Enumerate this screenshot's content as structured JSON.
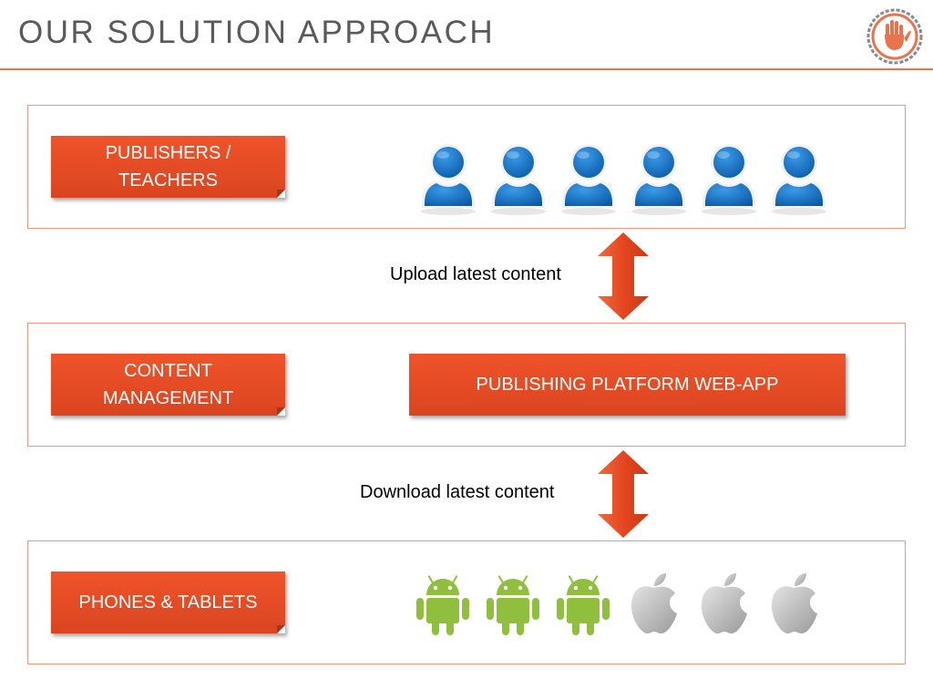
{
  "slide": {
    "title": "OUR SOLUTION APPROACH"
  },
  "logo": {
    "icon": "hand-stop-icon",
    "accent": "#e8734c"
  },
  "layers": [
    {
      "label": "PUBLISHERS / TEACHERS",
      "icons": [
        "user-icon",
        "user-icon",
        "user-icon",
        "user-icon",
        "user-icon",
        "user-icon"
      ]
    },
    {
      "label": "CONTENT MANAGEMENT",
      "platform_label": "PUBLISHING PLATFORM WEB-APP"
    },
    {
      "label": "PHONES & TABLETS",
      "icons": [
        "android-icon",
        "android-icon",
        "android-icon",
        "apple-icon",
        "apple-icon",
        "apple-icon"
      ]
    }
  ],
  "flows": {
    "upload_label": "Upload latest content",
    "download_label": "Download latest content"
  },
  "colors": {
    "accent": "#e8734c",
    "tag_fill": "#e64b24",
    "person_blue": "#0a6fc2",
    "android_green": "#8fbf3d",
    "apple_gray": "#b8b8b8"
  }
}
